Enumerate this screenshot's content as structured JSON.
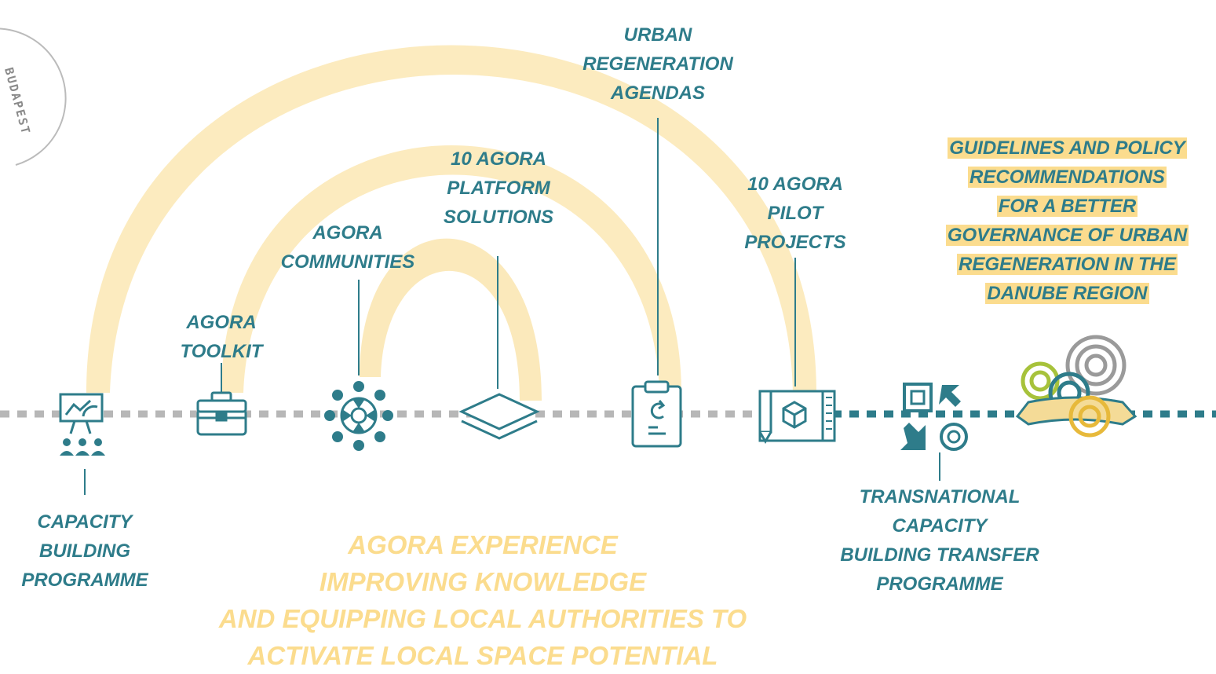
{
  "colors": {
    "teal": "#2E7C8A",
    "arc": "#FBE7B4",
    "arc_dark": "#F6D58A",
    "title": "#FBDC8E",
    "dash_gray": "#B7B7B7",
    "dash_teal": "#2E7C8A"
  },
  "seal_text": "BUDAPEST",
  "labels": {
    "capacity_building": "CAPACITY\nBUILDING\nPROGRAMME",
    "toolkit": "AGORA\nTOOLKIT",
    "communities": "AGORA\nCOMMUNITIES",
    "platform": "10 AGORA\nPLATFORM\nSOLUTIONS",
    "urban_agendas": "URBAN\nREGENERATION\nAGENDAS",
    "pilot": "10 AGORA\nPILOT\nPROJECTS",
    "transnational": "TRANSNATIONAL\nCAPACITY\nBUILDING TRANSFER\nPROGRAMME"
  },
  "guidelines": [
    "GUIDELINES AND POLICY",
    "RECOMMENDATIONS",
    "FOR A BETTER",
    "GOVERNANCE OF URBAN",
    "REGENERATION IN THE",
    "DANUBE REGION"
  ],
  "title_lines": [
    "AGORA EXPERIENCE",
    "IMPROVING KNOWLEDGE",
    "AND EQUIPPING LOCAL AUTHORITIES TO",
    "ACTIVATE LOCAL SPACE POTENTIAL"
  ],
  "icons": [
    "presentation-icon",
    "toolbox-icon",
    "community-network-icon",
    "layers-icon",
    "clipboard-icon",
    "blueprint-icon",
    "transfer-icon",
    "ribbon-logo-icon"
  ]
}
